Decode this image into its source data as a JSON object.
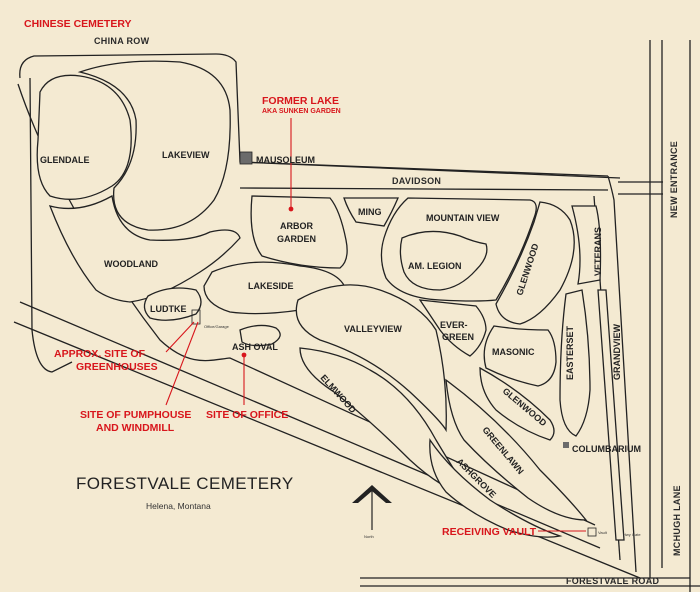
{
  "map": {
    "title": "FORESTVALE CEMETERY",
    "subtitle": "Helena, Montana",
    "north_label": "North",
    "colors": {
      "background": "#f4ead2",
      "ink": "#222222",
      "annotation_red": "#d8161c",
      "marker": "#6b6b6b"
    }
  },
  "roads": {
    "china_row": "CHINA ROW",
    "davidson": "DAVIDSON",
    "new_entrance": "NEW ENTRANCE",
    "mchugh_lane": "MCHUGH LANE",
    "forestvale_road": "FORESTVALE ROAD"
  },
  "sections": {
    "glendale": "GLENDALE",
    "lakeview": "LAKEVIEW",
    "woodland": "WOODLAND",
    "arbor": "ARBOR",
    "garden": "GARDEN",
    "ming": "MING",
    "mountain_view": "MOUNTAIN VIEW",
    "am_legion": "AM. LEGION",
    "glenwood_upper": "GLENWOOD",
    "veterans": "VETERANS",
    "lakeside": "LAKESIDE",
    "ludtke": "LUDTKE",
    "valleyview": "VALLEYVIEW",
    "ever": "EVER-",
    "green": "GREEN",
    "masonic": "MASONIC",
    "easterset": "EASTERSET",
    "grandview": "GRANDVIEW",
    "ash_oval": "ASH OVAL",
    "elmwood": "ELMWOOD",
    "glenwood_lower": "GLENWOOD",
    "greenlawn": "GREENLAWN",
    "ashgrove": "ASHGROVE"
  },
  "landmarks": {
    "mausoleum": "MAUSOLEUM",
    "columbarium": "COLUMBARIUM",
    "office_garage": "Office/Garage",
    "vault": "Vault",
    "hwy_gate": "Hwy Gate"
  },
  "annotations": {
    "chinese_cemetery": "CHINESE CEMETERY",
    "former_lake": "FORMER LAKE",
    "aka_sunken_garden": "AKA SUNKEN GARDEN",
    "greenhouses_line1": "APPROX. SITE OF",
    "greenhouses_line2": "GREENHOUSES",
    "pumphouse_line1": "SITE OF PUMPHOUSE",
    "pumphouse_line2": "AND WINDMILL",
    "office": "SITE OF OFFICE",
    "receiving_vault": "RECEIVING VAULT"
  }
}
